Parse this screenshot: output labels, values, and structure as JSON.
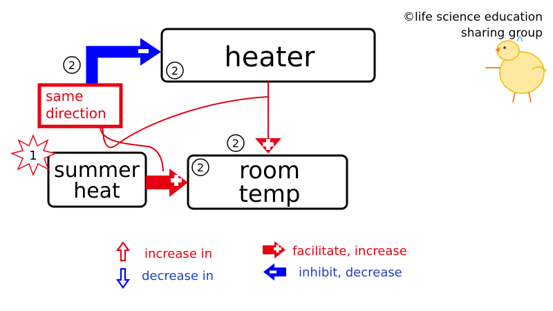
{
  "credit": {
    "line1": "©life science education",
    "line2": "sharing group"
  },
  "nodes": {
    "heater": {
      "label": "heater",
      "badge": "②"
    },
    "room_temp": {
      "line1": "room",
      "line2": "temp",
      "badge": "②"
    },
    "summer_heat": {
      "line1": "summer",
      "line2": "heat",
      "badge": "1"
    }
  },
  "annotation": {
    "line1": "same",
    "line2": "direction"
  },
  "badges": {
    "blue_arrow": "②",
    "heater_to_room": "②"
  },
  "arrow_signs": {
    "inhibit": "-",
    "facilitate": "+"
  },
  "legend": {
    "increase_in": "increase in",
    "decrease_in": "decrease in",
    "facilitate": "facilitate, increase",
    "inhibit": "inhibit, decrease"
  },
  "colors": {
    "red": "#e60012",
    "blue": "#0000ff",
    "black": "#000000",
    "legend_blue": "#1f3fbf"
  },
  "icons": {
    "chick": "chick-drawing-icon",
    "star": "starburst-icon"
  }
}
